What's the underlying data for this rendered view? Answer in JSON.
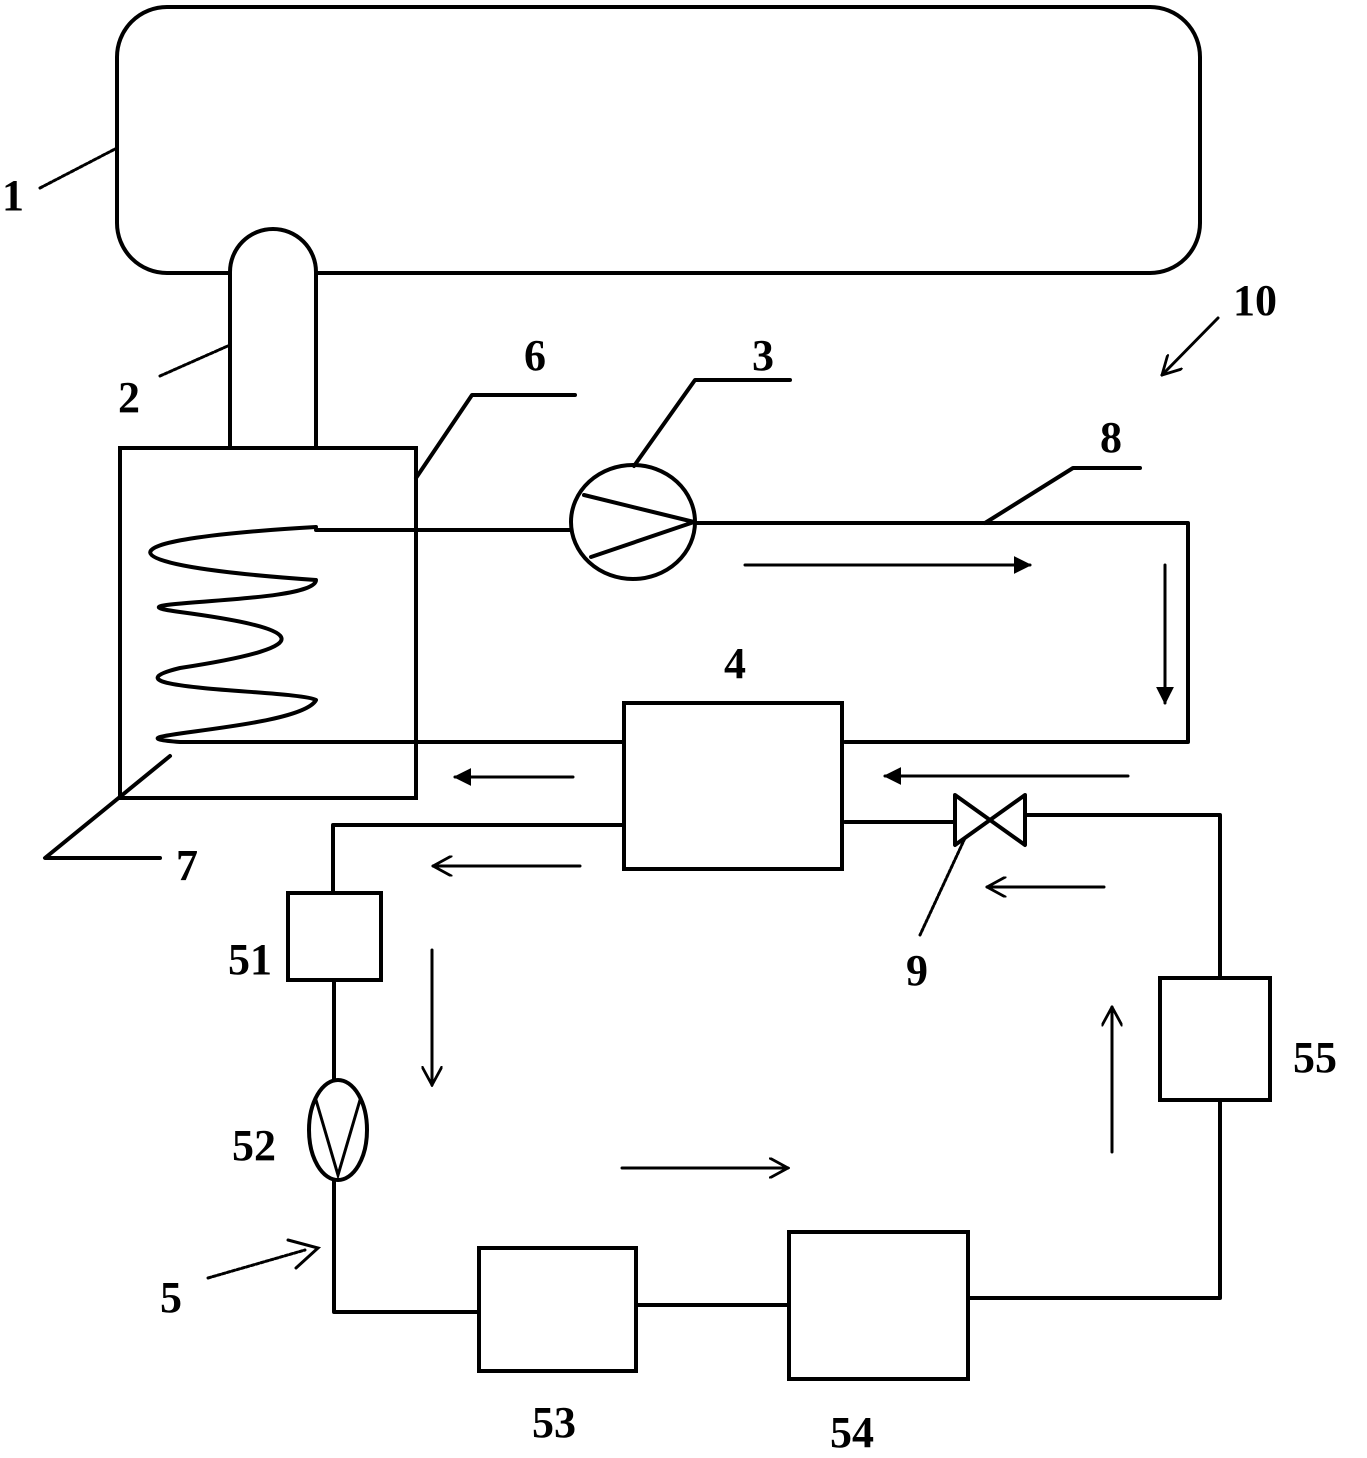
{
  "labels": {
    "tank": "1",
    "neck": "2",
    "pump": "3",
    "exchanger": "4",
    "loop": "5",
    "vessel": "6",
    "coil": "7",
    "pipe": "8",
    "valve": "9",
    "system": "10",
    "unit51": "51",
    "unit52": "52",
    "unit53": "53",
    "unit54": "54",
    "unit55": "55"
  }
}
